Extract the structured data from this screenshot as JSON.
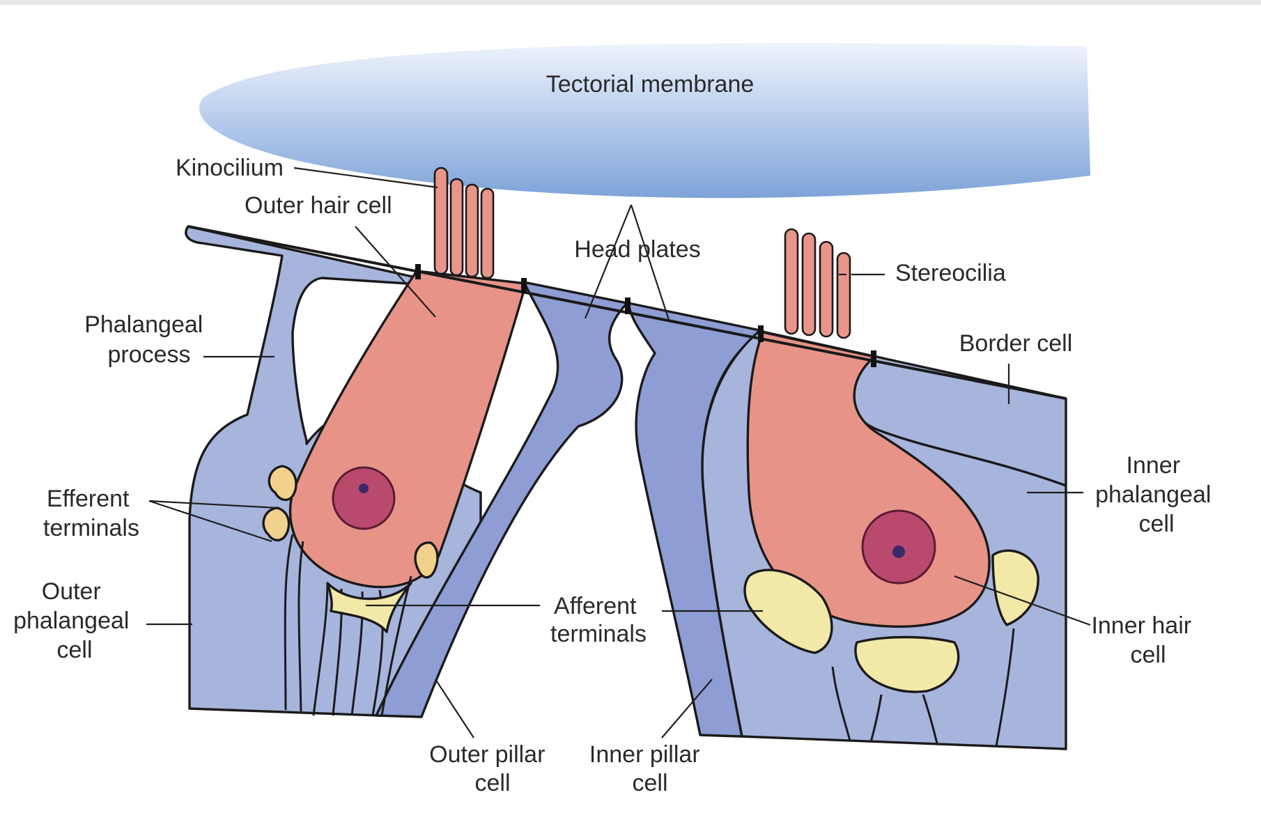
{
  "figure": {
    "labels": {
      "tectorial_membrane": "Tectorial membrane",
      "kinocilium": "Kinocilium",
      "outer_hair_cell": "Outer hair cell",
      "head_plates": "Head plates",
      "stereocilia": "Stereocilia",
      "phalangeal_process": [
        "Phalangeal",
        "process"
      ],
      "border_cell": "Border cell",
      "efferent_terminals": [
        "Efferent",
        "terminals"
      ],
      "inner_phalangeal_cell": [
        "Inner",
        "phalangeal",
        "cell"
      ],
      "afferent_terminals": [
        "Afferent",
        "terminals"
      ],
      "inner_hair_cell": [
        "Inner hair",
        "cell"
      ],
      "outer_phalangeal_cell": [
        "Outer",
        "phalangeal",
        "cell"
      ],
      "outer_pillar_cell": [
        "Outer pillar",
        "cell"
      ],
      "inner_pillar_cell": [
        "Inner pillar",
        "cell"
      ]
    },
    "colors": {
      "tectorial_membrane": "#8fb0de",
      "support_cells": "#a7b4dc",
      "pillar_cells": "#8e9dd3",
      "hair_cells": "#e79388",
      "afferent_terminals": "#f2e8a8",
      "efferent_terminals": "#f1d18c",
      "nucleus": "#b94a6d"
    }
  }
}
